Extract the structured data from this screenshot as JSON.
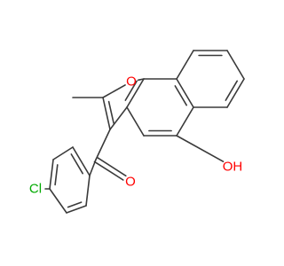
{
  "molecule": {
    "atoms": [
      {
        "element": "C",
        "label": ""
      },
      {
        "element": "C",
        "label": ""
      },
      {
        "element": "C",
        "label": ""
      },
      {
        "element": "C",
        "label": ""
      },
      {
        "element": "C",
        "label": ""
      },
      {
        "element": "C",
        "label": ""
      },
      {
        "element": "C",
        "label": ""
      },
      {
        "element": "C",
        "label": ""
      },
      {
        "element": "C",
        "label": ""
      },
      {
        "element": "C",
        "label": ""
      },
      {
        "element": "O",
        "label": "O",
        "color": "#ff0000"
      },
      {
        "element": "C",
        "label": ""
      },
      {
        "element": "C",
        "label": ""
      },
      {
        "element": "C",
        "label": ""
      },
      {
        "element": "C",
        "label": ""
      },
      {
        "element": "O",
        "label": "OH",
        "color": "#ff0000"
      },
      {
        "element": "C",
        "label": ""
      },
      {
        "element": "O",
        "label": "O",
        "color": "#ff0000"
      },
      {
        "element": "C",
        "label": ""
      },
      {
        "element": "C",
        "label": ""
      },
      {
        "element": "C",
        "label": ""
      },
      {
        "element": "C",
        "label": ""
      },
      {
        "element": "C",
        "label": ""
      },
      {
        "element": "C",
        "label": ""
      },
      {
        "element": "Cl",
        "label": "Cl",
        "color": "#00aa00"
      }
    ],
    "bonds": [
      {
        "a": 0,
        "b": 1,
        "order": 2
      },
      {
        "a": 1,
        "b": 2,
        "order": 1
      },
      {
        "a": 2,
        "b": 3,
        "order": 2
      },
      {
        "a": 3,
        "b": 4,
        "order": 1
      },
      {
        "a": 4,
        "b": 5,
        "order": 2
      },
      {
        "a": 5,
        "b": 0,
        "order": 1
      },
      {
        "a": 5,
        "b": 6,
        "order": 1
      },
      {
        "a": 6,
        "b": 9,
        "order": 2
      },
      {
        "a": 4,
        "b": 7,
        "order": 1
      },
      {
        "a": 7,
        "b": 8,
        "order": 2
      },
      {
        "a": 8,
        "b": 9,
        "order": 1
      },
      {
        "a": 6,
        "b": 10,
        "order": 1
      },
      {
        "a": 10,
        "b": 11,
        "order": 1
      },
      {
        "a": 11,
        "b": 12,
        "order": 2
      },
      {
        "a": 12,
        "b": 13,
        "order": 1
      },
      {
        "a": 13,
        "b": 9,
        "order": 1
      },
      {
        "a": 11,
        "b": 14,
        "order": 1
      },
      {
        "a": 7,
        "b": 15,
        "order": 1
      },
      {
        "a": 12,
        "b": 16,
        "order": 1
      },
      {
        "a": 16,
        "b": 17,
        "order": 2
      },
      {
        "a": 16,
        "b": 18,
        "order": 1
      },
      {
        "a": 18,
        "b": 19,
        "order": 2
      },
      {
        "a": 19,
        "b": 20,
        "order": 1
      },
      {
        "a": 20,
        "b": 21,
        "order": 2
      },
      {
        "a": 21,
        "b": 22,
        "order": 1
      },
      {
        "a": 22,
        "b": 23,
        "order": 2
      },
      {
        "a": 23,
        "b": 18,
        "order": 1
      },
      {
        "a": 21,
        "b": 24,
        "order": 1
      }
    ]
  },
  "colors": {
    "bond": "#3a3a3a",
    "oxygen": "#ff0000",
    "chlorine": "#00aa00",
    "background": "#ffffff"
  }
}
